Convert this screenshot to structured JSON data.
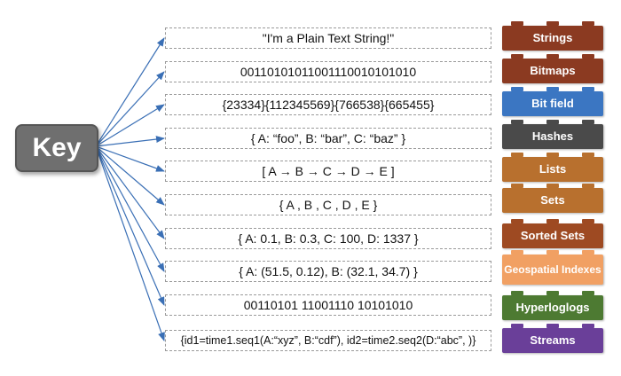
{
  "key": {
    "label": "Key"
  },
  "rows": [
    {
      "value": "\"I'm a Plain Text String!\"",
      "type": "Strings",
      "color": "#8b3a21"
    },
    {
      "value": "00110101011001110010101010",
      "type": "Bitmaps",
      "color": "#8b3a21"
    },
    {
      "value": "{23334}{112345569}{766538}{665455}",
      "type": "Bit field",
      "color": "#3b76c2"
    },
    {
      "value": "{ A: “foo”, B: “bar”, C: “baz”  }",
      "type": "Hashes",
      "color": "#4a4a4a"
    },
    {
      "value": "[ A → B → C → D → E ]",
      "type": "Lists",
      "color": "#b8702e"
    },
    {
      "value": "{  A , B , C , D , E  }",
      "type": "Sets",
      "color": "#b8702e"
    },
    {
      "value": "{ A: 0.1, B: 0.3, C: 100, D: 1337 }",
      "type": "Sorted Sets",
      "color": "#9e4a22"
    },
    {
      "value": "{ A: (51.5, 0.12), B: (32.1, 34.7)  }",
      "type": "Geospatial Indexes",
      "color": "#f1a063"
    },
    {
      "value": "00110101 11001110 10101010",
      "type": "Hyperloglogs",
      "color": "#4d7a32"
    },
    {
      "value": "{id1=time1.seq1(A:“xyz”, B:“cdf”), id2=time2.seq2(D:“abc”, )}",
      "type": "Streams",
      "color": "#6a3f99"
    }
  ]
}
